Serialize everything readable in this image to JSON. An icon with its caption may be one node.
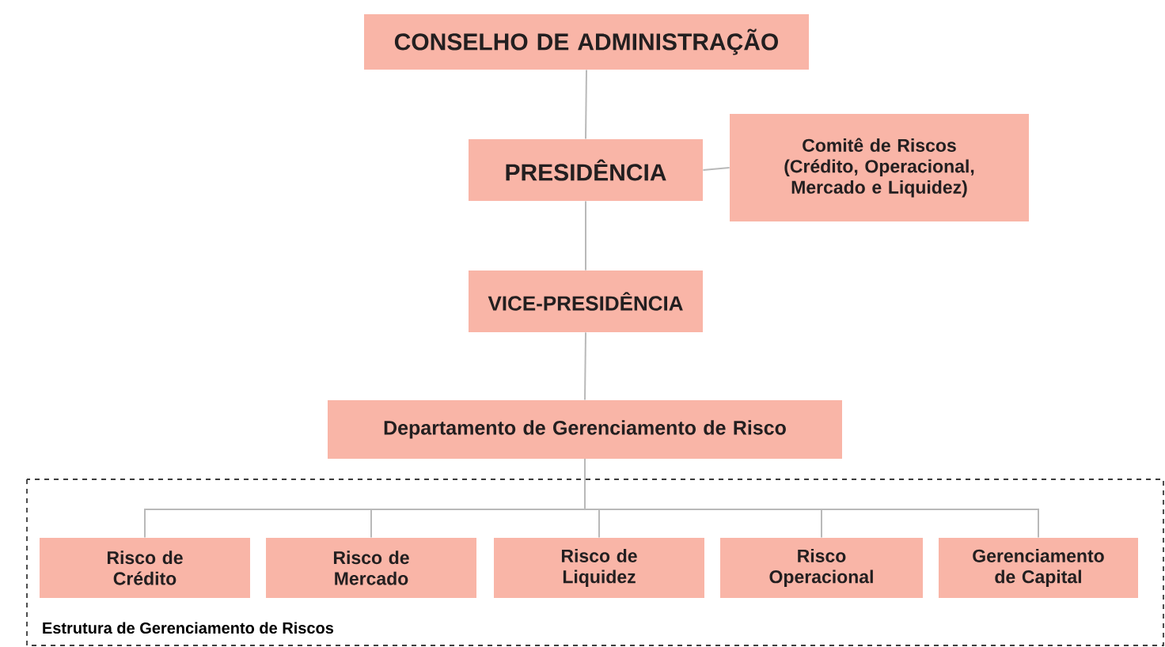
{
  "diagram": {
    "nodes": [
      {
        "text": [
          "CONSELHO DE ADMINISTRAÇÃO"
        ]
      },
      {
        "text": [
          "PRESIDÊNCIA"
        ]
      },
      {
        "text": [
          "Comitê de Riscos (Crédito, Operacional, Mercado e Liquidez)"
        ]
      },
      {
        "text": [
          "VICE-PRESIDÊNCIA"
        ]
      },
      {
        "text": [
          "Departamento de Gerenciamento de Risco"
        ]
      },
      {
        "text": [
          "Estrutura de Gerenciamento de Riscos"
        ]
      },
      {
        "text": [
          "Risco de Crédito"
        ],
        "in": 5
      },
      {
        "text": [
          "Risco de Mercado"
        ],
        "in": 5
      },
      {
        "text": [
          "Risco de Liquidez"
        ],
        "in": 5
      },
      {
        "text": [
          "Risco Operacional"
        ],
        "in": 5
      },
      {
        "text": [
          "Gerenciamento de Capital"
        ],
        "in": 5
      }
    ],
    "edges": [
      {
        "from": 0,
        "to": 1,
        "arrow": "none"
      },
      {
        "from": 1,
        "to": 2,
        "arrow": "none"
      },
      {
        "from": 1,
        "to": 3,
        "arrow": "none"
      },
      {
        "from": 3,
        "to": 4,
        "arrow": "none"
      },
      {
        "from": 4,
        "to": 6,
        "arrow": "none"
      },
      {
        "from": 4,
        "to": 7,
        "arrow": "none"
      },
      {
        "from": 4,
        "to": 8,
        "arrow": "none"
      },
      {
        "from": 4,
        "to": 9,
        "arrow": "none"
      },
      {
        "from": 4,
        "to": 10,
        "arrow": "none"
      }
    ]
  }
}
